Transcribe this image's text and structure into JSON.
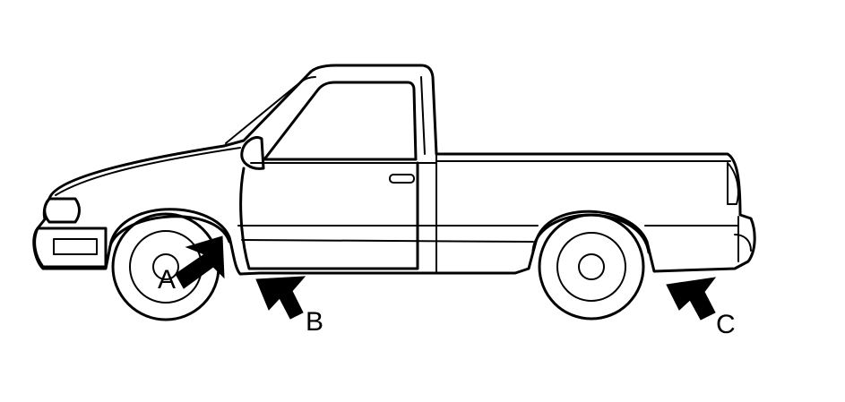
{
  "figure": {
    "subject": "pickup-truck-side-view",
    "line_color": "#000000",
    "background_color": "#ffffff",
    "callouts": [
      {
        "id": "a",
        "label": "A"
      },
      {
        "id": "b",
        "label": "B"
      },
      {
        "id": "c",
        "label": "C"
      }
    ]
  }
}
